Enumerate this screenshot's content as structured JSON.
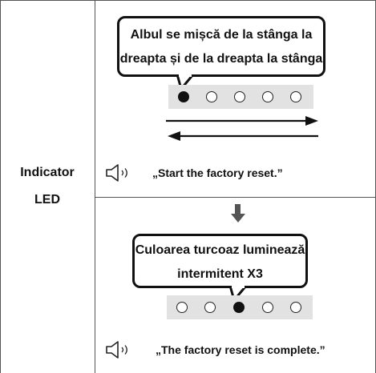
{
  "row_label": {
    "line1": "Indicator",
    "line2": "LED"
  },
  "step1": {
    "bubble_line1": "Albul se mișcă de la stânga la",
    "bubble_line2": "dreapta și de la dreapta la stânga",
    "leds": [
      true,
      false,
      false,
      false,
      false
    ],
    "voice": "„Start the factory reset.”",
    "speaker_icon": "speaker-icon"
  },
  "step2": {
    "bubble_line1": "Culoarea turcoaz luminează",
    "bubble_line2": "intermitent X3",
    "leds": [
      false,
      false,
      true,
      false,
      false
    ],
    "voice": "„The factory reset is complete.”",
    "speaker_icon": "speaker-icon"
  },
  "colors": {
    "led_bar": "#e2e2e2",
    "border": "#555555",
    "led_on": "#111111"
  }
}
